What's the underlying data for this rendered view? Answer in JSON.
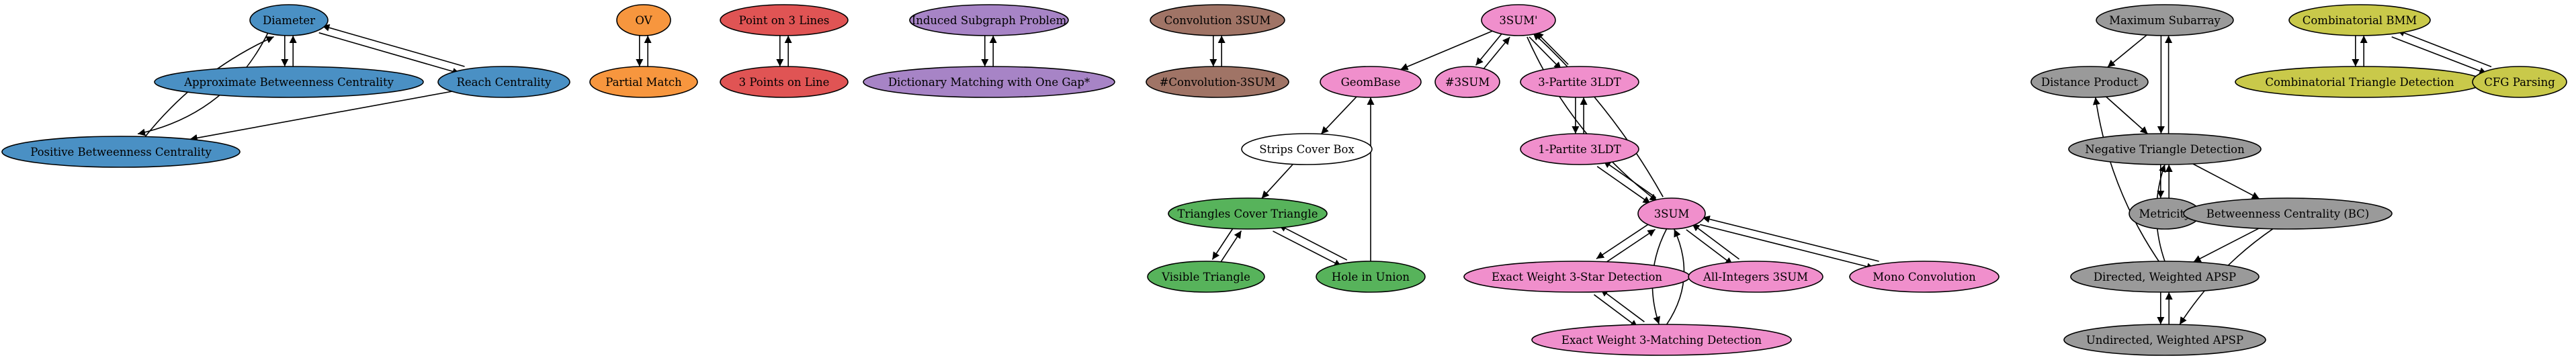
{
  "colors": {
    "blue": "#4a90c4",
    "orange": "#f7963e",
    "red": "#e05454",
    "purple": "#a784c6",
    "brown": "#a07466",
    "pink": "#f08fcc",
    "white": "#ffffff",
    "green": "#57b35b",
    "gray": "#9a9a9a",
    "olive": "#c9c94a",
    "stroke": "#000000"
  },
  "nodes": [
    {
      "id": "diameter",
      "label": "Diameter",
      "color": "blue"
    },
    {
      "id": "approx_bc",
      "label": "Approximate Betweenness Centrality",
      "color": "blue"
    },
    {
      "id": "reach",
      "label": "Reach Centrality",
      "color": "blue"
    },
    {
      "id": "pos_bc",
      "label": "Positive Betweenness Centrality",
      "color": "blue"
    },
    {
      "id": "ov",
      "label": "OV",
      "color": "orange"
    },
    {
      "id": "partial_match",
      "label": "Partial Match",
      "color": "orange"
    },
    {
      "id": "point3lines",
      "label": "Point on 3 Lines",
      "color": "red"
    },
    {
      "id": "points3line",
      "label": "3 Points on Line",
      "color": "red"
    },
    {
      "id": "isp",
      "label": "Induced Subgraph Problem",
      "color": "purple"
    },
    {
      "id": "dmog",
      "label": "Dictionary Matching with One Gap*",
      "color": "purple"
    },
    {
      "id": "conv3sum",
      "label": "Convolution 3SUM",
      "color": "brown"
    },
    {
      "id": "sharpconv3sum",
      "label": "#Convolution-3SUM",
      "color": "brown"
    },
    {
      "id": "3sumprime",
      "label": "3SUM'",
      "color": "pink"
    },
    {
      "id": "geombase",
      "label": "GeomBase",
      "color": "pink"
    },
    {
      "id": "sharp3sum",
      "label": "#3SUM",
      "color": "pink"
    },
    {
      "id": "3p3ldt",
      "label": "3-Partite 3LDT",
      "color": "pink"
    },
    {
      "id": "1p3ldt",
      "label": "1-Partite 3LDT",
      "color": "pink"
    },
    {
      "id": "3sum",
      "label": "3SUM",
      "color": "pink"
    },
    {
      "id": "ew3star",
      "label": "Exact Weight 3-Star Detection",
      "color": "pink"
    },
    {
      "id": "allint3sum",
      "label": "All-Integers 3SUM",
      "color": "pink"
    },
    {
      "id": "monoconv",
      "label": "Mono Convolution",
      "color": "pink"
    },
    {
      "id": "ew3match",
      "label": "Exact Weight 3-Matching Detection",
      "color": "pink"
    },
    {
      "id": "stripscover",
      "label": "Strips Cover Box",
      "color": "white"
    },
    {
      "id": "tricover",
      "label": "Triangles Cover Triangle",
      "color": "green"
    },
    {
      "id": "visibletri",
      "label": "Visible Triangle",
      "color": "green"
    },
    {
      "id": "holeunion",
      "label": "Hole in Union",
      "color": "green"
    },
    {
      "id": "maxsub",
      "label": "Maximum Subarray",
      "color": "gray"
    },
    {
      "id": "distprod",
      "label": "Distance Product",
      "color": "gray"
    },
    {
      "id": "negtri",
      "label": "Negative Triangle Detection",
      "color": "gray"
    },
    {
      "id": "metricity",
      "label": "Metricity",
      "color": "gray"
    },
    {
      "id": "bc",
      "label": "Betweenness Centrality (BC)",
      "color": "gray"
    },
    {
      "id": "dwapsp",
      "label": "Directed, Weighted APSP",
      "color": "gray"
    },
    {
      "id": "uwapsp",
      "label": "Undirected, Weighted APSP",
      "color": "gray"
    },
    {
      "id": "combbmm",
      "label": "Combinatorial BMM",
      "color": "olive"
    },
    {
      "id": "combtri",
      "label": "Combinatorial Triangle Detection",
      "color": "olive"
    },
    {
      "id": "cfg",
      "label": "CFG Parsing",
      "color": "olive"
    }
  ],
  "edges": [
    [
      "diameter",
      "approx_bc"
    ],
    [
      "approx_bc",
      "diameter"
    ],
    [
      "diameter",
      "reach"
    ],
    [
      "reach",
      "diameter"
    ],
    [
      "diameter",
      "pos_bc"
    ],
    [
      "pos_bc",
      "diameter"
    ],
    [
      "reach",
      "pos_bc"
    ],
    [
      "ov",
      "partial_match"
    ],
    [
      "partial_match",
      "ov"
    ],
    [
      "point3lines",
      "points3line"
    ],
    [
      "points3line",
      "point3lines"
    ],
    [
      "isp",
      "dmog"
    ],
    [
      "dmog",
      "isp"
    ],
    [
      "conv3sum",
      "sharpconv3sum"
    ],
    [
      "sharpconv3sum",
      "conv3sum"
    ],
    [
      "3sumprime",
      "geombase"
    ],
    [
      "3sumprime",
      "sharp3sum"
    ],
    [
      "sharp3sum",
      "3sumprime"
    ],
    [
      "3sumprime",
      "3p3ldt"
    ],
    [
      "3p3ldt",
      "3sumprime"
    ],
    [
      "3p3ldt",
      "1p3ldt"
    ],
    [
      "1p3ldt",
      "3p3ldt"
    ],
    [
      "1p3ldt",
      "3sum"
    ],
    [
      "3sum",
      "1p3ldt"
    ],
    [
      "3sumprime",
      "3sum"
    ],
    [
      "3sum",
      "3sumprime"
    ],
    [
      "3sum",
      "ew3star"
    ],
    [
      "ew3star",
      "3sum"
    ],
    [
      "3sum",
      "ew3match"
    ],
    [
      "ew3match",
      "3sum"
    ],
    [
      "ew3star",
      "ew3match"
    ],
    [
      "ew3match",
      "ew3star"
    ],
    [
      "3sum",
      "allint3sum"
    ],
    [
      "allint3sum",
      "3sum"
    ],
    [
      "3sum",
      "monoconv"
    ],
    [
      "monoconv",
      "3sum"
    ],
    [
      "geombase",
      "stripscover"
    ],
    [
      "stripscover",
      "tricover"
    ],
    [
      "tricover",
      "visibletri"
    ],
    [
      "visibletri",
      "tricover"
    ],
    [
      "tricover",
      "holeunion"
    ],
    [
      "holeunion",
      "tricover"
    ],
    [
      "holeunion",
      "geombase"
    ],
    [
      "maxsub",
      "distprod"
    ],
    [
      "maxsub",
      "negtri"
    ],
    [
      "negtri",
      "maxsub"
    ],
    [
      "distprod",
      "negtri"
    ],
    [
      "negtri",
      "metricity"
    ],
    [
      "metricity",
      "negtri"
    ],
    [
      "negtri",
      "bc"
    ],
    [
      "bc",
      "dwapsp"
    ],
    [
      "bc",
      "uwapsp"
    ],
    [
      "dwapsp",
      "negtri"
    ],
    [
      "dwapsp",
      "distprod"
    ],
    [
      "dwapsp",
      "uwapsp"
    ],
    [
      "uwapsp",
      "dwapsp"
    ],
    [
      "combbmm",
      "combtri"
    ],
    [
      "combtri",
      "combbmm"
    ],
    [
      "combbmm",
      "cfg"
    ],
    [
      "cfg",
      "combbmm"
    ]
  ]
}
